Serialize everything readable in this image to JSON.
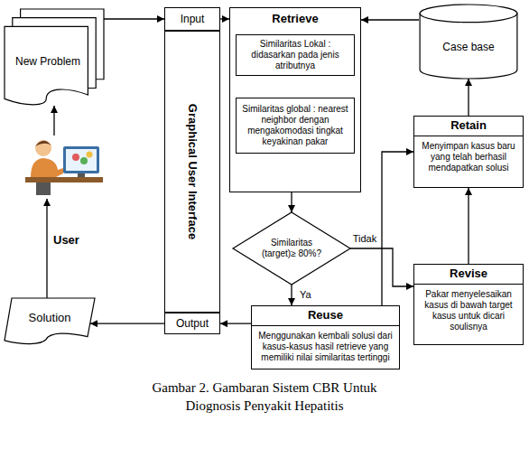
{
  "diagram": {
    "caption": "Gambar 2. Gambaran Sistem CBR Untuk Diognosis Penyakit Hepatitis",
    "nodes": [
      {
        "text": [
          "New Problem"
        ]
      },
      {
        "text": [
          "Input"
        ]
      },
      {
        "text": [
          "Graphical User Interface"
        ]
      },
      {
        "text": [
          "Output"
        ]
      },
      {
        "text": [
          "Retrieve"
        ]
      },
      {
        "text": [
          "Similaritas Lokal : didasarkan pada jenis atributnya"
        ],
        "in": 4
      },
      {
        "text": [
          "Similaritas global : nearest neighbor dengan mengakomodasi tingkat keyakinan pakar"
        ],
        "in": 4
      },
      {
        "text": [
          "Case base"
        ]
      },
      {
        "text": [
          "Retain",
          "Menyimpan kasus baru yang telah berhasil mendapatkan solusi"
        ]
      },
      {
        "text": [
          "Similaritas (target)≥ 80%?"
        ]
      },
      {
        "text": [
          "Revise",
          "Pakar menyelesaikan kasus di bawah target kasus untuk dicari soulisnya"
        ]
      },
      {
        "text": [
          "Reuse",
          "Menggunakan kembali solusi dari kasus-kasus hasil retrieve yang memiliki nilai similaritas tertinggi"
        ]
      },
      {
        "text": [
          "Solution"
        ]
      }
    ],
    "edges": [
      {
        "from": 0,
        "to": 1,
        "arrow": "to"
      },
      {
        "from": 1,
        "to": 4,
        "arrow": "to"
      },
      {
        "from": 5,
        "to": 6,
        "arrow": "to"
      },
      {
        "from": 7,
        "to": 4,
        "arrow": "to"
      },
      {
        "from": 8,
        "to": 7,
        "arrow": "to"
      },
      {
        "from": 4,
        "to": 9,
        "arrow": "to"
      },
      {
        "from": 9,
        "to": 11,
        "label": "Ya",
        "arrow": "to"
      },
      {
        "from": 9,
        "to": 10,
        "label": "Tidak",
        "arrow": "to"
      },
      {
        "from": 11,
        "to": 8,
        "arrow": "to"
      },
      {
        "from": 10,
        "to": 8,
        "arrow": "to"
      },
      {
        "from": 11,
        "to": 3,
        "arrow": "to"
      },
      {
        "from": 3,
        "to": 12,
        "arrow": "to"
      }
    ],
    "labels": [
      "User"
    ]
  }
}
